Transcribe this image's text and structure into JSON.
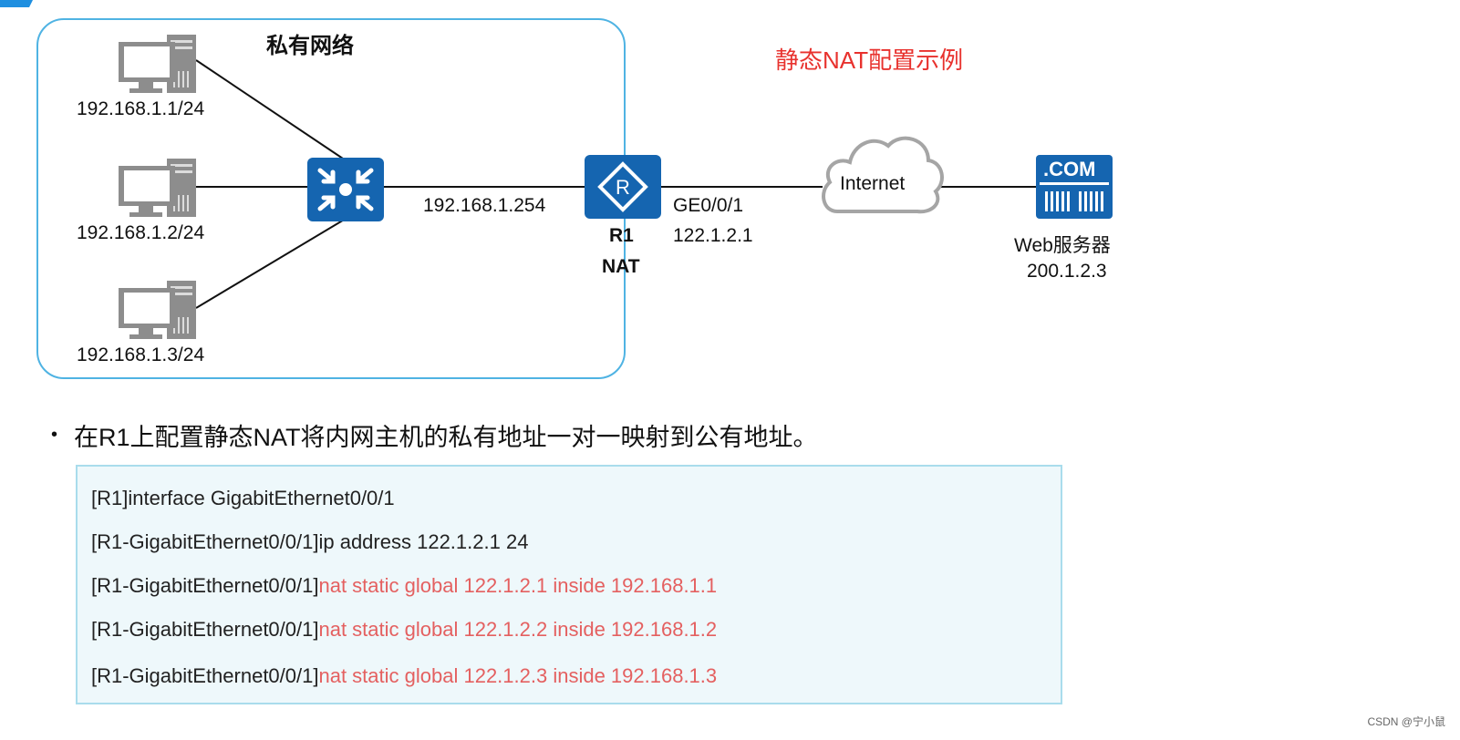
{
  "header": {
    "private_network_title": "私有网络",
    "diagram_title": "静态NAT配置示例"
  },
  "hosts": [
    {
      "label": "192.168.1.1/24"
    },
    {
      "label": "192.168.1.2/24"
    },
    {
      "label": "192.168.1.3/24"
    }
  ],
  "router": {
    "inside_ip": "192.168.1.254",
    "name": "R1",
    "role": "NAT",
    "interface": "GE0/0/1",
    "outside_ip": "122.1.2.1"
  },
  "internet": {
    "label": "Internet"
  },
  "server": {
    "badge": ".COM",
    "name": "Web服务器",
    "ip": "200.1.2.3"
  },
  "description": {
    "bullet": "•",
    "text": "在R1上配置静态NAT将内网主机的私有地址一对一映射到公有地址。"
  },
  "cli": [
    {
      "prefix": "[R1]interface GigabitEthernet0/0/1",
      "command": ""
    },
    {
      "prefix": "[R1-GigabitEthernet0/0/1]ip address 122.1.2.1 24",
      "command": ""
    },
    {
      "prefix": "[R1-GigabitEthernet0/0/1]",
      "command": "nat static global 122.1.2.1 inside 192.168.1.1"
    },
    {
      "prefix": "[R1-GigabitEthernet0/0/1]",
      "command": "nat static global 122.1.2.2 inside 192.168.1.2"
    },
    {
      "prefix": "[R1-GigabitEthernet0/0/1]",
      "command": "nat static global 122.1.2.3 inside 192.168.1.3"
    }
  ],
  "watermark": "CSDN @宁小鼠",
  "colors": {
    "accent_red": "#e8322e",
    "cli_red": "#e46060",
    "device_blue": "#1565b0",
    "frame_blue": "#4fb3e3"
  },
  "icons": [
    "desktop-pc-icon",
    "switch-icon",
    "router-icon",
    "cloud-icon",
    "web-server-icon"
  ]
}
